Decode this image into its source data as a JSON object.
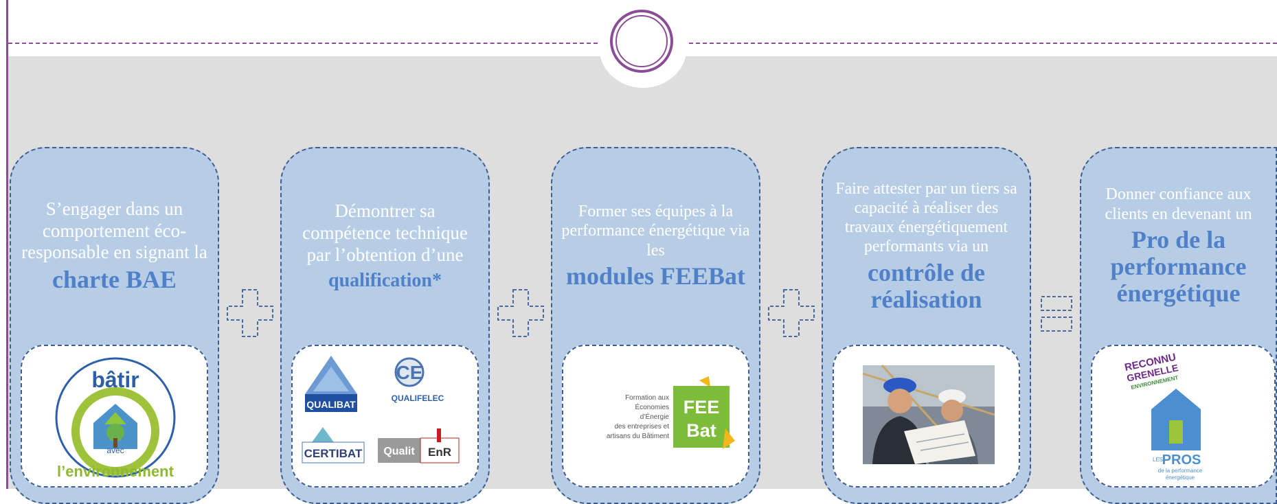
{
  "colors": {
    "accent_purple": "#8a4c94",
    "card_blue": "#b7cde6",
    "headline_blue": "#4f80c8",
    "background_gray": "#dedede"
  },
  "steps": [
    {
      "description": "S’engager dans un comportement éco-responsable en signant la",
      "headline": "charte BAE",
      "logo": {
        "line1": "bâtir",
        "line2": "avec",
        "line3": "l’environnement"
      }
    },
    {
      "description": "Démontrer sa compétence technique par l’obtention d’une",
      "headline": "qualification*",
      "logos": {
        "qualibat": "QUALIBAT",
        "qualifelec": "QUALIFELEC",
        "certibat": "CERTIBAT",
        "qualit_enr_a": "Qualit",
        "qualit_enr_b": "EnR"
      }
    },
    {
      "description": "Former ses équipes à la performance énergétique via les",
      "headline": "modules FEEBat",
      "logo": {
        "text1": "Formation aux",
        "text2": "Économies",
        "text3": "d’Énergie",
        "text4": "des entreprises et",
        "text5": "artisans du Bâtiment",
        "badge1": "FEE",
        "badge2": "Bat"
      }
    },
    {
      "description": "Faire attester par un tiers sa capacité à réaliser des travaux énergétiquement performants via un",
      "headline": "contrôle de réalisation"
    },
    {
      "description": "Donner confiance aux clients en devenant un",
      "headline": "Pro de la performance énergétique",
      "logo": {
        "stamp1": "RECONNU",
        "stamp2": "GRENELLE",
        "stamp3": "ENVIRONNEMENT",
        "pros_small": "LES",
        "pros": "PROS",
        "pros_sub1": "de la performance",
        "pros_sub2": "énergétique"
      }
    }
  ],
  "operators": [
    "plus",
    "plus",
    "plus",
    "equals"
  ]
}
